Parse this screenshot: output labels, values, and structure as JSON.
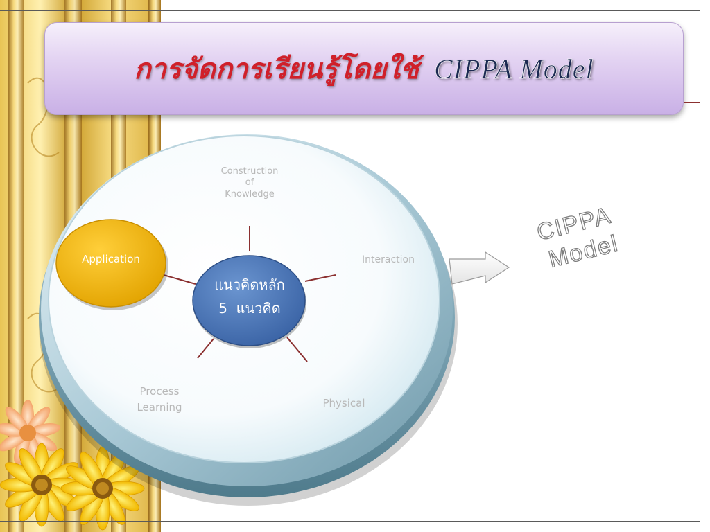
{
  "title": {
    "thai": "การจัดการเรียนรู้โดยใช้",
    "english": "CIPPA Model"
  },
  "diagram": {
    "center": {
      "line1": "แนวคิดหลัก",
      "line2": "5  แนวคิด"
    },
    "nodes": {
      "construction": [
        "Construction",
        "of",
        "Knowledge"
      ],
      "interaction": "Interaction",
      "physical": "Physical",
      "process": [
        "Process",
        "Learning"
      ],
      "application": "Application"
    },
    "arrow_target": [
      "CIPPA",
      "Model"
    ]
  },
  "colors": {
    "title_red": "#d0202a",
    "center_blue": "#3f6db3",
    "application_gold": "#f0b400",
    "spoke": "#8b3030",
    "node_text_faded": "#b8b8b8",
    "banner_lavender": "#d9c6ee"
  }
}
